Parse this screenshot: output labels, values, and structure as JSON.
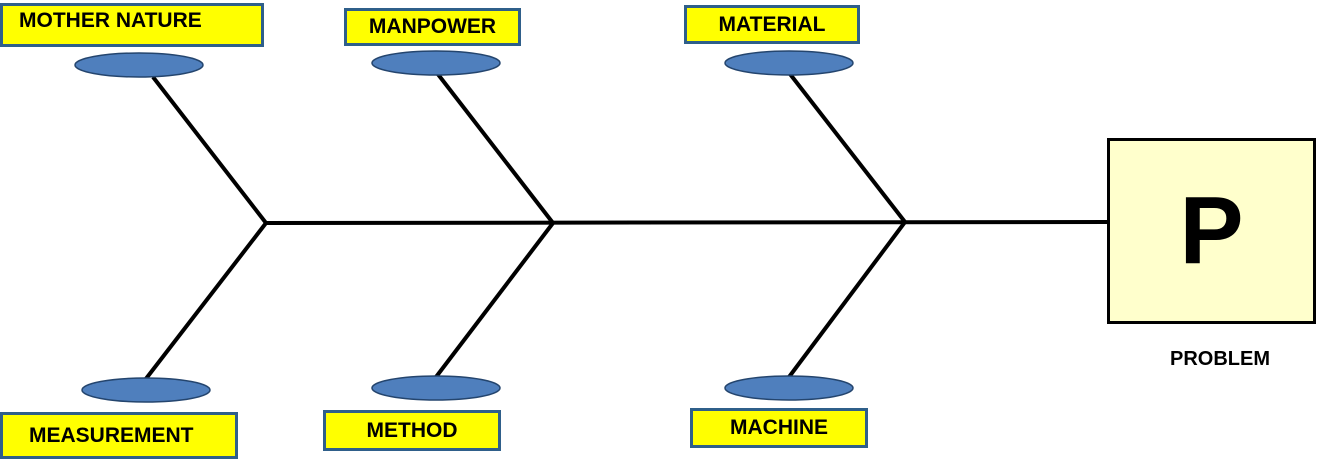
{
  "colors": {
    "label_fill": "#ffff00",
    "label_border": "#2f5f8a",
    "node_fill": "#4f7fbd",
    "node_border": "#24456e",
    "bone_color": "#000000",
    "problem_fill": "#ffffcc"
  },
  "causes": {
    "mother_nature": "MOTHER NATURE",
    "manpower": "MANPOWER",
    "material": "MATERIAL",
    "measurement": "MEASUREMENT",
    "method": "METHOD",
    "machine": "MACHINE"
  },
  "effect": {
    "letter": "P",
    "caption": "PROBLEM"
  }
}
